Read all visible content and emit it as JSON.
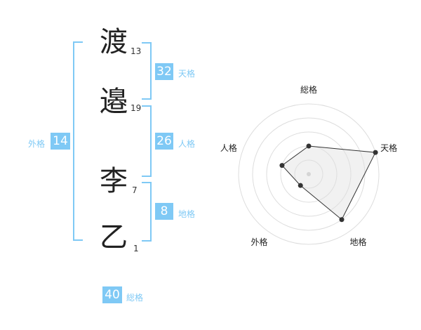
{
  "name": {
    "chars": [
      {
        "char": "渡",
        "strokes": "13"
      },
      {
        "char": "邉",
        "strokes": "19"
      },
      {
        "char": "李",
        "strokes": "7"
      },
      {
        "char": "乙",
        "strokes": "1"
      }
    ]
  },
  "kaku": {
    "tenkaku": {
      "value": "32",
      "label": "天格"
    },
    "jinkaku": {
      "value": "26",
      "label": "人格"
    },
    "chikaku": {
      "value": "8",
      "label": "地格"
    },
    "gaikaku": {
      "value": "14",
      "label": "外格"
    },
    "soukaku": {
      "value": "40",
      "label": "総格"
    }
  },
  "colors": {
    "accent": "#7fc9f5",
    "text": "#222222"
  },
  "chart_data": {
    "type": "radar",
    "axes": [
      "総格",
      "天格",
      "地格",
      "外格",
      "人格"
    ],
    "values": [
      2,
      5,
      4,
      1,
      2
    ],
    "rmax": 5,
    "rings": 5
  }
}
